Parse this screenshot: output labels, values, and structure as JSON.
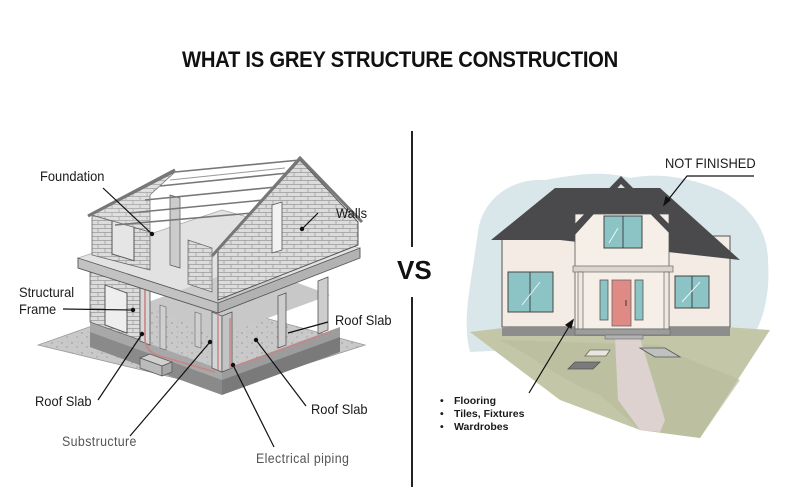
{
  "title": "WHAT IS GREY STRUCTURE CONSTRUCTION",
  "separator": {
    "label": "VS"
  },
  "grey_structure": {
    "labels": {
      "foundation": "Foundation",
      "walls": "Walls",
      "structural_frame_line1": "Structural",
      "structural_frame_line2": "Frame",
      "roof_slab_right": "Roof Slab",
      "roof_slab_left": "Roof Slab",
      "roof_slab_bottom": "Roof Slab",
      "substructure": "Substructure",
      "electrical_piping": "Electrical piping"
    }
  },
  "finished_house": {
    "callout": "NOT FINISHED",
    "bullets": [
      "Flooring",
      "Tiles, Fixtures",
      "Wardrobes"
    ],
    "colors": {
      "roof": "#4a4a4c",
      "walls": "#f3ebe4",
      "windows": "#8cc3c4",
      "door": "#e08a86",
      "sky_blob": "#d9e6ea",
      "lawn": "#c3c7a8",
      "path": "#ddd2cf"
    }
  }
}
